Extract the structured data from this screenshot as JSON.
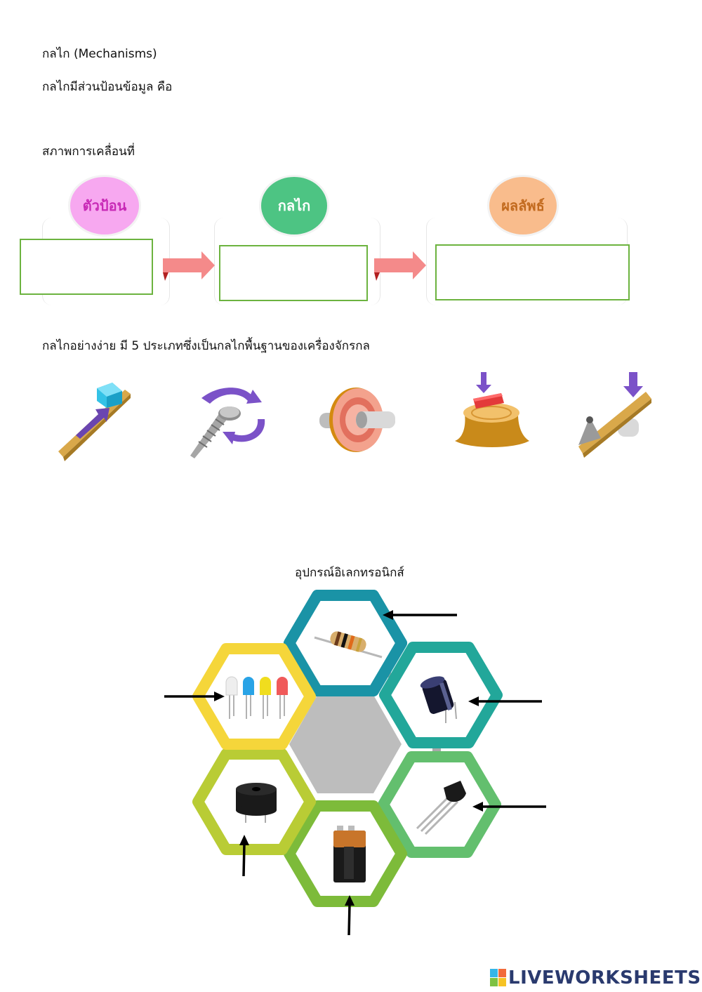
{
  "heading": {
    "title": "กลไก (Mechanisms)",
    "input_question": "กลไกมีส่วนป้อนข้อมูล คือ"
  },
  "motion": {
    "title": "สภาพการเคลื่อนที่",
    "stages": [
      {
        "label": "ตัวป้อน",
        "color": "#f7a8f0",
        "text_color": "#c82ab6"
      },
      {
        "label": "กลไก",
        "color": "#4dc483",
        "text_color": "#ffffff"
      },
      {
        "label": "ผลลัพธ์",
        "color": "#f9bc8c",
        "text_color": "#c26a1e"
      }
    ],
    "box_border_color": "#6cb33f",
    "arrow_color": "#f48a8a"
  },
  "simple_machines": {
    "title": "กลไกอย่างง่าย มี 5 ประเภทซึ่งเป็นกลไกพื้นฐานของเครื่องจักรกล",
    "icons": [
      "inclined-plane-icon",
      "screw-icon",
      "wheel-and-axle-icon",
      "wedge-icon",
      "lever-icon"
    ]
  },
  "electronics": {
    "title": "อุปกรณ์อิเลกทรอนิกส์",
    "components": [
      {
        "icon": "resistor-icon",
        "color": "#1a93a6"
      },
      {
        "icon": "capacitor-icon",
        "color": "#22a79a"
      },
      {
        "icon": "transistor-icon",
        "color": "#63bf6e"
      },
      {
        "icon": "battery-icon",
        "color": "#7dbb3a"
      },
      {
        "icon": "buzzer-icon",
        "color": "#b9cc35"
      },
      {
        "icon": "led-icon",
        "color": "#f5d63a"
      }
    ],
    "center_color": "#bdbdbd"
  },
  "brand": {
    "text": "LIVEWORKSHEETS"
  }
}
